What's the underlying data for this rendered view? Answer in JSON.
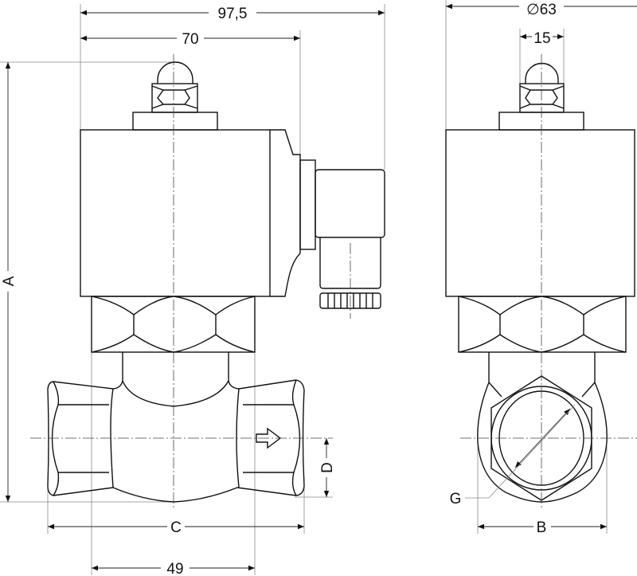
{
  "drawing": {
    "title": "Solenoid valve dimension drawing",
    "dimensions": {
      "overall_width": "97,5",
      "coil_width": "70",
      "coil_diameter": "∅63",
      "nut_width": "15",
      "height": "A",
      "port_offset": "D",
      "body_length": "C",
      "hex_width": "49",
      "thread": "G",
      "body_width": "B"
    }
  }
}
